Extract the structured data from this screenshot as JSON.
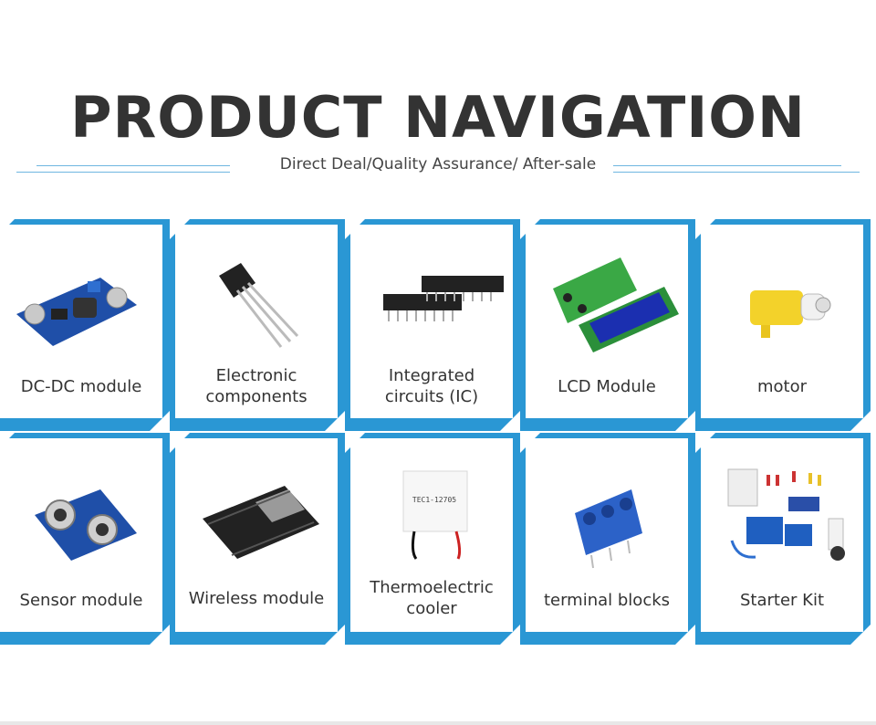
{
  "header": {
    "title": "PRODUCT NAVIGATION",
    "subtitle": "Direct Deal/Quality Assurance/ After-sale"
  },
  "categories_row1": [
    {
      "label": "DC-DC module",
      "icon": "dc-dc-module-icon"
    },
    {
      "label": "Electronic\ncomponents",
      "icon": "transistor-icon"
    },
    {
      "label": "Integrated\ncircuits (IC)",
      "icon": "ic-chip-icon"
    },
    {
      "label": "LCD Module",
      "icon": "lcd-module-icon"
    },
    {
      "label": "motor",
      "icon": "gear-motor-icon"
    }
  ],
  "categories_row2": [
    {
      "label": "Sensor module",
      "icon": "ultrasonic-sensor-icon"
    },
    {
      "label": "Wireless module",
      "icon": "wireless-board-icon"
    },
    {
      "label": "Thermoelectric\ncooler",
      "icon": "peltier-icon",
      "chip_text": "TEC1-12705"
    },
    {
      "label": "terminal blocks",
      "icon": "terminal-block-icon"
    },
    {
      "label": "Starter Kit",
      "icon": "starter-kit-icon"
    }
  ],
  "colors": {
    "accent": "#2a97d4",
    "text": "#333333"
  }
}
